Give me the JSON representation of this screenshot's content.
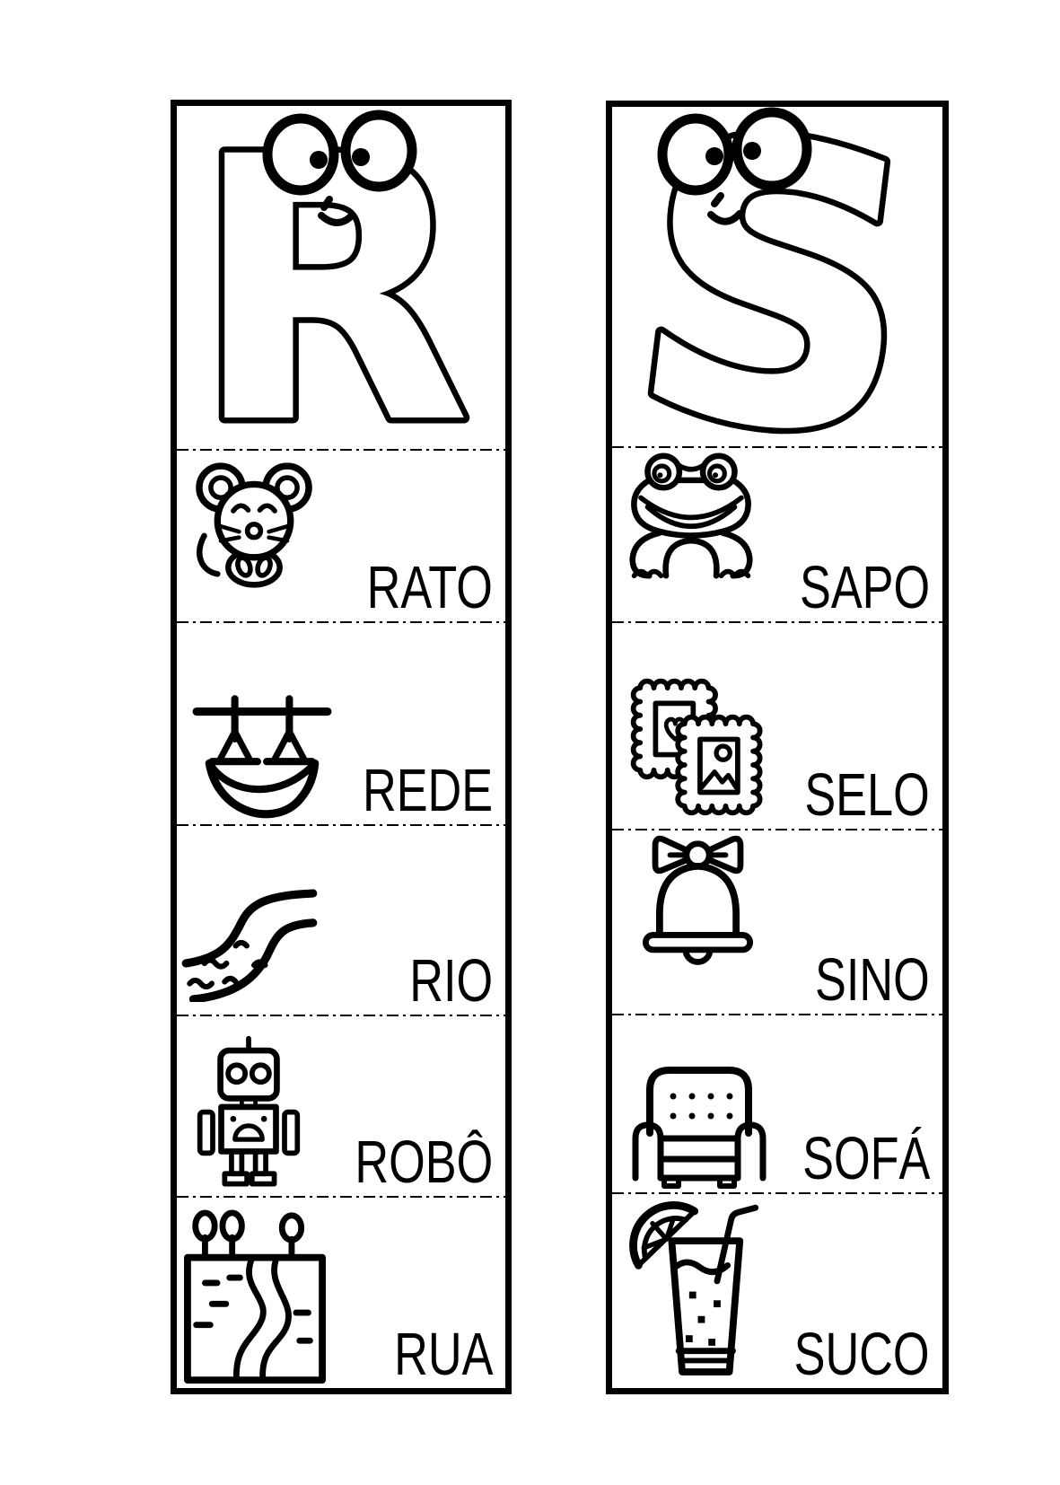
{
  "colors": {
    "ink": "#000000",
    "paper": "#ffffff"
  },
  "columns": [
    {
      "letter": "R",
      "items": [
        {
          "word": "RATO",
          "icon": "mouse-icon"
        },
        {
          "word": "REDE",
          "icon": "hammock-icon"
        },
        {
          "word": "RIO",
          "icon": "river-icon"
        },
        {
          "word": "ROBÔ",
          "icon": "robot-icon"
        },
        {
          "word": "RUA",
          "icon": "street-icon"
        }
      ]
    },
    {
      "letter": "S",
      "items": [
        {
          "word": "SAPO",
          "icon": "frog-icon"
        },
        {
          "word": "SELO",
          "icon": "stamp-icon"
        },
        {
          "word": "SINO",
          "icon": "bell-icon"
        },
        {
          "word": "SOFÁ",
          "icon": "sofa-icon"
        },
        {
          "word": "SUCO",
          "icon": "juice-icon"
        }
      ]
    }
  ]
}
